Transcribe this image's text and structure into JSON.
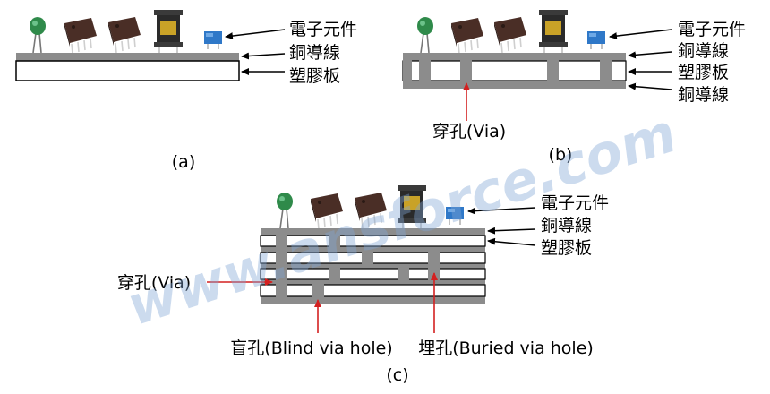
{
  "labels": {
    "component": "電子元件",
    "copper": "銅導線",
    "plastic": "塑膠板",
    "via": "穿孔(Via)",
    "blind": "盲孔(Blind via hole)",
    "buried": "埋孔(Buried via hole)"
  },
  "panels": {
    "a": "(a)",
    "b": "(b)",
    "c": "(c)"
  },
  "watermark": "www.ansforce.com",
  "colors": {
    "copper_gray": "#8c8c8c",
    "via_arrow": "#d42020",
    "arrow": "#000000",
    "watermark": "#7fa6d4",
    "chip": "#4a2e26",
    "capacitor_blue": "#2f78c8",
    "varistor_green": "#2f8a4a",
    "transformer_yellow": "#c9a227"
  }
}
